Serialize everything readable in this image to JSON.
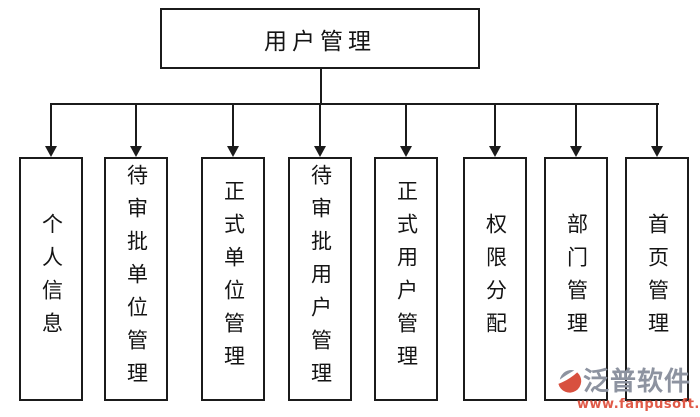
{
  "diagram": {
    "type": "tree",
    "root": {
      "label": "用户管理"
    },
    "children": [
      {
        "label": "个人信息"
      },
      {
        "label": "待审批单位管理"
      },
      {
        "label": "正式单位管理"
      },
      {
        "label": "待审批用户管理"
      },
      {
        "label": "正式用户管理"
      },
      {
        "label": "权限分配"
      },
      {
        "label": "部门管理"
      },
      {
        "label": "首页管理"
      }
    ],
    "line_color": "#1b1b1b",
    "box_background": "#ffffff"
  },
  "watermark": {
    "brand": "泛普软件",
    "url": "www.fanpusoft.com",
    "brand_color": "#8d93a0",
    "url_color": "#e05a48",
    "logo_orange": "#d8503f",
    "logo_gray": "#8d93a0"
  }
}
